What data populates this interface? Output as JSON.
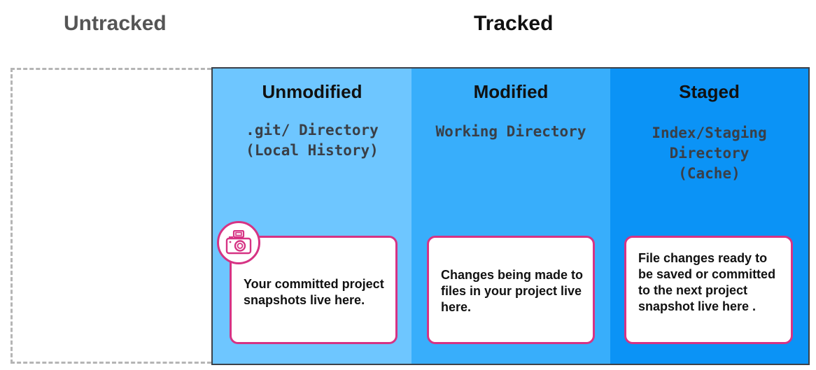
{
  "headings": {
    "untracked": "Untracked",
    "tracked": "Tracked"
  },
  "columns": [
    {
      "title": "Unmodified",
      "subtitle": ".git/ Directory\n(Local History)",
      "card_text": "Your committed project snapshots live here.",
      "icon": "camera-icon",
      "background": "#6ec6ff"
    },
    {
      "title": "Modified",
      "subtitle": "Working Directory",
      "card_text": "Changes being made to files in your project live here.",
      "background": "#38aefb"
    },
    {
      "title": "Staged",
      "subtitle": "Index/Staging\nDirectory\n(Cache)",
      "card_text": "File changes ready to be saved or committed to the next project snapshot live here .",
      "background": "#0b93f6"
    }
  ],
  "colors": {
    "card_border": "#d63384",
    "tracked_border": "#3c4149",
    "untracked_border": "#b5b5b5"
  }
}
